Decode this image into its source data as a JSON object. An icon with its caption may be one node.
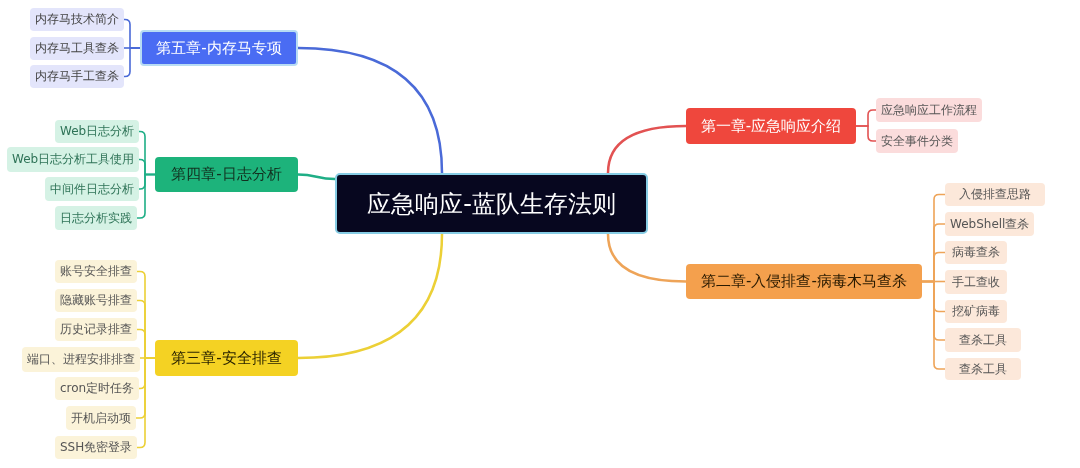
{
  "diagram": {
    "nodes": [
      {
        "text": [
          "应急响应-蓝队生存法则"
        ]
      },
      {
        "text": [
          "第五章-内存马专项"
        ]
      },
      {
        "text": [
          "内存马技术简介"
        ]
      },
      {
        "text": [
          "内存马工具查杀"
        ]
      },
      {
        "text": [
          "内存马手工查杀"
        ]
      },
      {
        "text": [
          "第四章-日志分析"
        ]
      },
      {
        "text": [
          "Web日志分析"
        ]
      },
      {
        "text": [
          "Web日志分析工具使用"
        ]
      },
      {
        "text": [
          "中间件日志分析"
        ]
      },
      {
        "text": [
          "日志分析实践"
        ]
      },
      {
        "text": [
          "第三章-安全排查"
        ]
      },
      {
        "text": [
          "账号安全排查"
        ]
      },
      {
        "text": [
          "隐藏账号排查"
        ]
      },
      {
        "text": [
          "历史记录排查"
        ]
      },
      {
        "text": [
          "端口、进程安排排查"
        ]
      },
      {
        "text": [
          "cron定时任务"
        ]
      },
      {
        "text": [
          "开机启动项"
        ]
      },
      {
        "text": [
          "SSH免密登录"
        ]
      },
      {
        "text": [
          "第一章-应急响应介绍"
        ]
      },
      {
        "text": [
          "应急响应工作流程"
        ]
      },
      {
        "text": [
          "安全事件分类"
        ]
      },
      {
        "text": [
          "第二章-入侵排查-病毒木马查杀"
        ]
      },
      {
        "text": [
          "入侵排查思路"
        ]
      },
      {
        "text": [
          "WebShell查杀"
        ]
      },
      {
        "text": [
          "病毒查杀"
        ]
      },
      {
        "text": [
          "手工查收"
        ]
      },
      {
        "text": [
          "挖矿病毒"
        ]
      },
      {
        "text": [
          "查杀工具"
        ]
      },
      {
        "text": [
          "查杀工具"
        ]
      }
    ],
    "edges": [
      {
        "from": 0,
        "to": 1,
        "arrow": "none",
        "color": "#4a6ad8"
      },
      {
        "from": 1,
        "to": 2,
        "arrow": "none",
        "color": "#4a6ad8"
      },
      {
        "from": 1,
        "to": 3,
        "arrow": "none",
        "color": "#4a6ad8"
      },
      {
        "from": 1,
        "to": 4,
        "arrow": "none",
        "color": "#4a6ad8"
      },
      {
        "from": 0,
        "to": 5,
        "arrow": "none",
        "color": "#1fae86"
      },
      {
        "from": 5,
        "to": 6,
        "arrow": "none",
        "color": "#1fae86"
      },
      {
        "from": 5,
        "to": 7,
        "arrow": "none",
        "color": "#1fae86"
      },
      {
        "from": 5,
        "to": 8,
        "arrow": "none",
        "color": "#1fae86"
      },
      {
        "from": 5,
        "to": 9,
        "arrow": "none",
        "color": "#1fae86"
      },
      {
        "from": 0,
        "to": 10,
        "arrow": "none",
        "color": "#ecd036"
      },
      {
        "from": 10,
        "to": 11,
        "arrow": "none",
        "color": "#ecd036"
      },
      {
        "from": 10,
        "to": 12,
        "arrow": "none",
        "color": "#ecd036"
      },
      {
        "from": 10,
        "to": 13,
        "arrow": "none",
        "color": "#ecd036"
      },
      {
        "from": 10,
        "to": 14,
        "arrow": "none",
        "color": "#ecd036"
      },
      {
        "from": 10,
        "to": 15,
        "arrow": "none",
        "color": "#ecd036"
      },
      {
        "from": 10,
        "to": 16,
        "arrow": "none",
        "color": "#ecd036"
      },
      {
        "from": 10,
        "to": 17,
        "arrow": "none",
        "color": "#ecd036"
      },
      {
        "from": 0,
        "to": 18,
        "arrow": "none",
        "color": "#e25252"
      },
      {
        "from": 18,
        "to": 19,
        "arrow": "none",
        "color": "#e25252"
      },
      {
        "from": 18,
        "to": 20,
        "arrow": "none",
        "color": "#e25252"
      },
      {
        "from": 0,
        "to": 21,
        "arrow": "none",
        "color": "#eea458"
      },
      {
        "from": 21,
        "to": 22,
        "arrow": "none",
        "color": "#eea458"
      },
      {
        "from": 21,
        "to": 23,
        "arrow": "none",
        "color": "#eea458"
      },
      {
        "from": 21,
        "to": 24,
        "arrow": "none",
        "color": "#eea458"
      },
      {
        "from": 21,
        "to": 25,
        "arrow": "none",
        "color": "#eea458"
      },
      {
        "from": 21,
        "to": 26,
        "arrow": "none",
        "color": "#eea458"
      },
      {
        "from": 21,
        "to": 27,
        "arrow": "none",
        "color": "#eea458"
      },
      {
        "from": 21,
        "to": 28,
        "arrow": "none",
        "color": "#eea458"
      }
    ]
  }
}
